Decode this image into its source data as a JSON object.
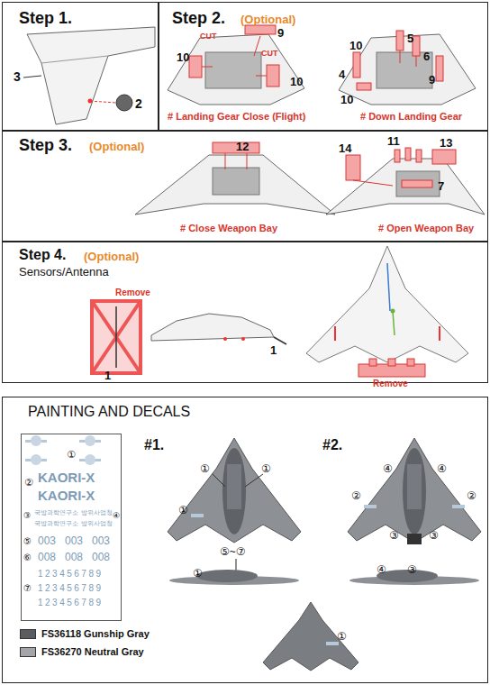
{
  "diagram": {
    "nodes": [
      {
        "text": [
          "Step 1."
        ]
      },
      {
        "text": [
          "Step 2.",
          "(Optional)"
        ]
      },
      {
        "text": [
          "Step 3.",
          "(Optional)"
        ]
      },
      {
        "text": [
          "Step 4.",
          "(Optional)",
          "Sensors/Antenna"
        ]
      },
      {
        "text": [
          "PAINTING AND DECALS"
        ]
      },
      {
        "text": [
          "①",
          "②",
          "KAORI-X",
          "KAORI-X",
          "③",
          "국방과학연구소",
          "방위사업청",
          "④",
          "국방과학연구소",
          "방위사업청",
          "⑤",
          "003",
          "003",
          "003",
          "⑥",
          "008",
          "008",
          "008",
          "123456789",
          "⑦",
          "123456789",
          "123456789"
        ],
        "in": 4
      }
    ],
    "labels": [
      "3",
      "2",
      "CUT",
      "9",
      "CUT",
      "10",
      "10",
      "# Landing Gear Close (Flight)",
      "10",
      "5",
      "6",
      "4",
      "9",
      "10",
      "# Down Landing Gear",
      "12",
      "# Close Weapon Bay",
      "14",
      "11",
      "13",
      "7",
      "# Open Weapon Bay",
      "Remove",
      "1",
      "1",
      "Remove",
      "#1.",
      "①",
      "①",
      "①",
      "⑤~⑦",
      "①",
      "①",
      "#2.",
      "④",
      "④",
      "②",
      "②",
      "③",
      "③",
      "④",
      "③"
    ],
    "legend": [
      {
        "text": "FS36118 Gunship Gray",
        "color": "#5a5c60"
      },
      {
        "text": "FS36270 Neutral Gray",
        "color": "#a3a5a8"
      }
    ]
  }
}
